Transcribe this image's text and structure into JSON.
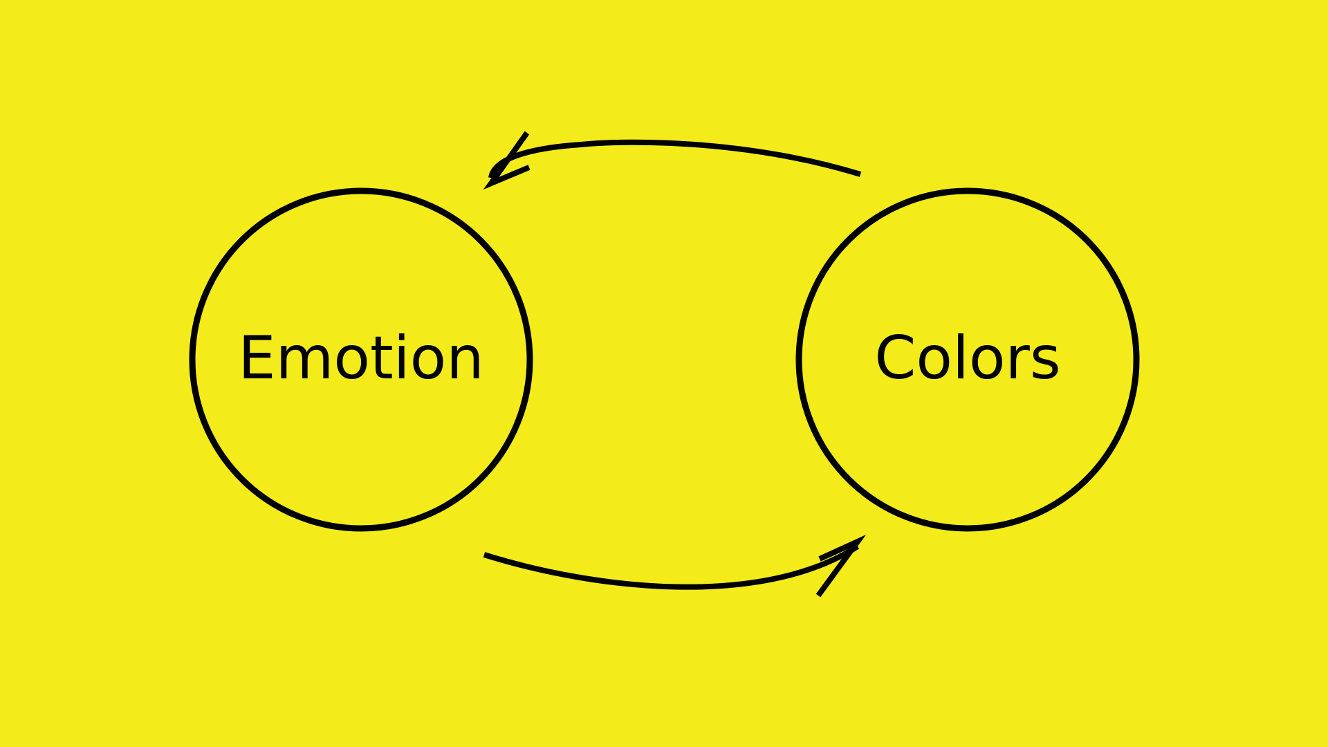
{
  "diagram": {
    "background_color": "#F3EC1A",
    "stroke_color": "#000000",
    "nodes": [
      {
        "id": "emotion",
        "label": "Emotion"
      },
      {
        "id": "colors",
        "label": "Colors"
      }
    ],
    "edges": [
      {
        "from": "colors",
        "to": "emotion",
        "route": "top"
      },
      {
        "from": "emotion",
        "to": "colors",
        "route": "bottom"
      }
    ]
  }
}
